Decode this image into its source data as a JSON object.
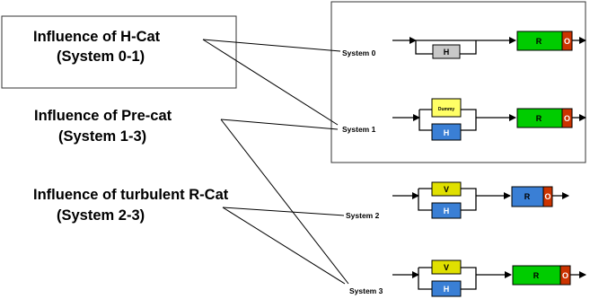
{
  "influences": {
    "h_cat": {
      "line1": "Influence of H-Cat",
      "line2": "(System 0-1)"
    },
    "pre_cat": {
      "line1": "Influence of Pre-cat",
      "line2": "(System 1-3)"
    },
    "r_cat": {
      "line1": "Influence of turbulent R-Cat",
      "line2": "(System 2-3)"
    }
  },
  "systems": {
    "s0": {
      "label": "System 0"
    },
    "s1": {
      "label": "System 1"
    },
    "s2": {
      "label": "System 2"
    },
    "s3": {
      "label": "System 3"
    }
  },
  "boxes": {
    "h": "H",
    "dummy": "Dummy",
    "v": "V",
    "r": "R",
    "o": "O"
  },
  "colors": {
    "h_gray": "#c8c8c8",
    "h_blue": "#3a7fd5",
    "dummy_yellow": "#ffff66",
    "v_yellow": "#e0e000",
    "r_green": "#00cc00",
    "r_blue": "#3a7fd5",
    "o_red": "#cc3300"
  }
}
